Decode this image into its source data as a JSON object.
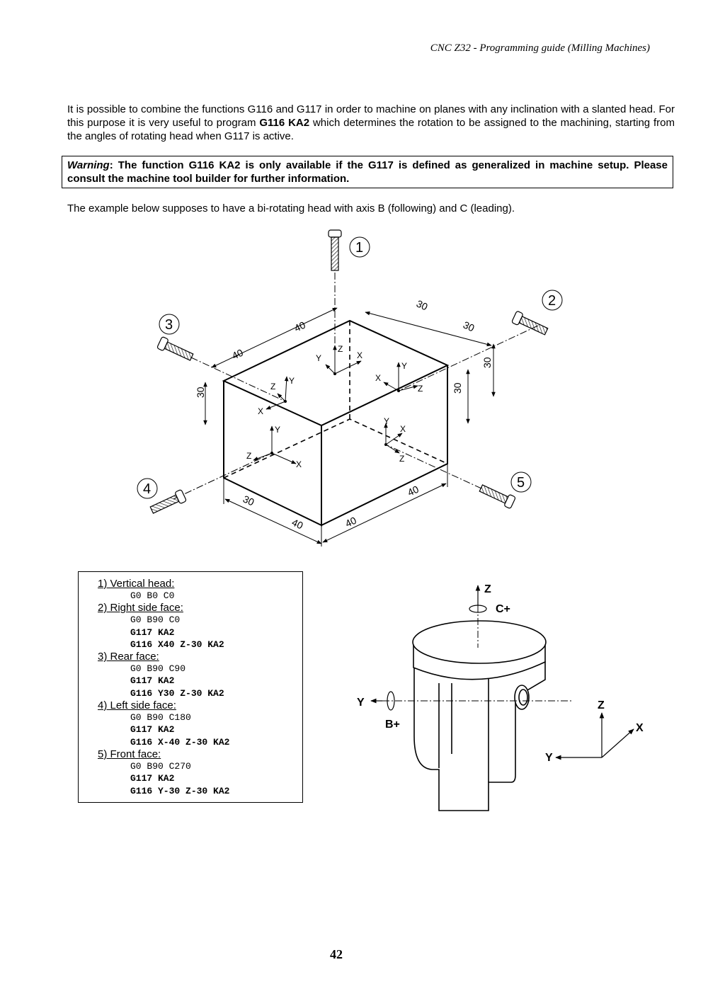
{
  "header": "CNC Z32 -  Programming guide (Milling Machines)",
  "intro": {
    "p1": "It is possible to combine the functions G116 and G117 in order to machine on planes with any inclination with a slanted head. For this purpose it is very useful to program ",
    "p1_bold": "G116 KA2",
    "p1_end": " which determines the rotation to be assigned to the machining, starting from the angles of rotating head when G117 is active."
  },
  "warning": {
    "label": "Warning",
    "text": ": The function G116 KA2 is only available if the G117 is defined as generalized in machine setup. Please consult the machine tool builder for further information."
  },
  "example_text": "The example below supposes to have a bi-rotating head with axis B (following) and C (leading).",
  "figure": {
    "tools": [
      "1",
      "2",
      "3",
      "4",
      "5"
    ],
    "dims": [
      "30",
      "30",
      "40",
      "40",
      "30",
      "30",
      "30",
      "30",
      "40",
      "40"
    ],
    "axes": [
      "X",
      "Y",
      "Z"
    ]
  },
  "code": [
    {
      "kind": "label",
      "text": "1) Vertical head:"
    },
    {
      "kind": "code",
      "text": "G0 B0 C0"
    },
    {
      "kind": "label",
      "text": "2) Right side face:"
    },
    {
      "kind": "code",
      "text": "G0 B90 C0"
    },
    {
      "kind": "bold",
      "text": "G117 KA2"
    },
    {
      "kind": "bold",
      "text": "G116 X40 Z-30 KA2"
    },
    {
      "kind": "label",
      "text": "3) Rear face:"
    },
    {
      "kind": "code",
      "text": "G0 B90 C90"
    },
    {
      "kind": "bold",
      "text": "G117 KA2"
    },
    {
      "kind": "bold",
      "text": "G116 Y30 Z-30 KA2"
    },
    {
      "kind": "label",
      "text": "4) Left side face:"
    },
    {
      "kind": "code",
      "text": "G0 B90 C180"
    },
    {
      "kind": "bold",
      "text": "G117 KA2"
    },
    {
      "kind": "bold",
      "text": "G116 X-40 Z-30 KA2"
    },
    {
      "kind": "label",
      "text": "5) Front face:"
    },
    {
      "kind": "code",
      "text": "G0 B90 C270"
    },
    {
      "kind": "bold",
      "text": "G117 KA2"
    },
    {
      "kind": "bold",
      "text": "G116 Y-30 Z-30 KA2"
    }
  ],
  "head_labels": {
    "z": "Z",
    "c": "C+",
    "y": "Y",
    "b": "B+",
    "z2": "Z",
    "x2": "X",
    "y2": "Y"
  },
  "page_number": "42"
}
